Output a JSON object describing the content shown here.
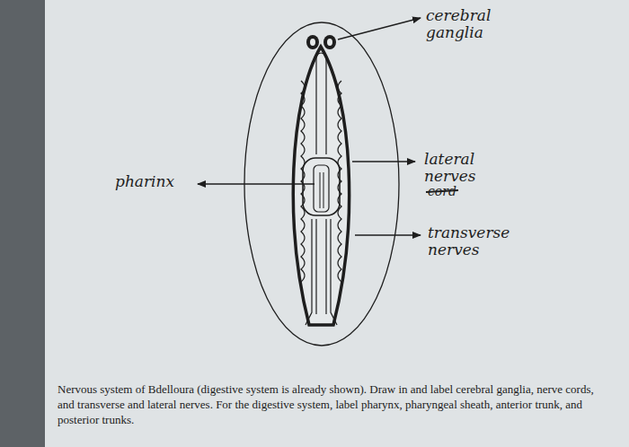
{
  "diagram": {
    "caption": "Nervous system of Bdelloura (digestive system is already shown). Draw in and label cerebral ganglia, nerve cords, and transverse and lateral nerves. For the digestive system, label pharynx, pharyngeal sheath, anterior trunk, and posterior trunks.",
    "labels": [
      "cerebral ganglia",
      "lateral nerves",
      "cord",
      "pharinx",
      "transverse nerves"
    ]
  }
}
